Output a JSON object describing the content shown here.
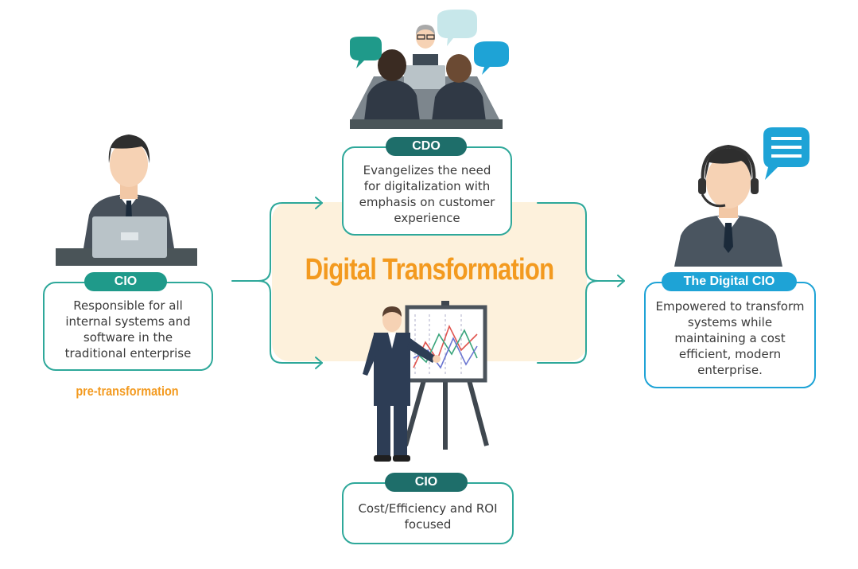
{
  "center": {
    "title": "Digital Transformation"
  },
  "left": {
    "badge": "CIO",
    "text": "Responsible for all internal systems and software in the traditional enterprise",
    "caption": "pre-transformation"
  },
  "top": {
    "badge": "CDO",
    "text": "Evangelizes the need for digitalization with emphasis on customer experience"
  },
  "bottom": {
    "badge": "CIO",
    "text": "Cost/Efficiency and ROI focused"
  },
  "right": {
    "badge": "The Digital CIO",
    "text": "Empowered to transform systems while maintaining a cost efficient, modern enterprise."
  },
  "colors": {
    "teal": "#2ea89a",
    "blue": "#1ea3d6",
    "orange": "#f39a1f",
    "cream": "#fdf1dc"
  },
  "icons": [
    "cio-laptop-illustration",
    "meeting-illustration",
    "presenter-illustration",
    "headset-cio-illustration",
    "speech-bubble-icon"
  ]
}
